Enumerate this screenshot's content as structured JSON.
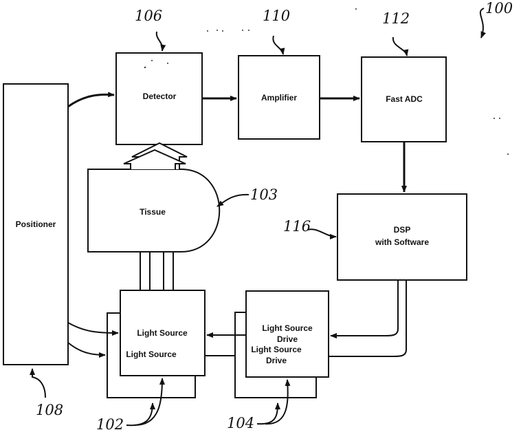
{
  "figure_number": "100",
  "blocks": {
    "positioner": {
      "label": "Positioner",
      "ref": "108"
    },
    "detector": {
      "label": "Detector",
      "ref": "106"
    },
    "amplifier": {
      "label": "Amplifier",
      "ref": "110"
    },
    "fast_adc": {
      "label": "Fast ADC",
      "ref": "112"
    },
    "tissue": {
      "label": "Tissue",
      "ref": "103"
    },
    "dsp": {
      "label_line1": "DSP",
      "label_line2": "with Software",
      "ref": "116"
    },
    "light_source": {
      "label_front": "Light Source",
      "label_back": "Light Source",
      "ref": "102"
    },
    "light_source_drive": {
      "front_line1": "Light Source",
      "front_line2": "Drive",
      "back_line1": "Light Source",
      "back_line2": "Drive",
      "ref": "104"
    }
  }
}
